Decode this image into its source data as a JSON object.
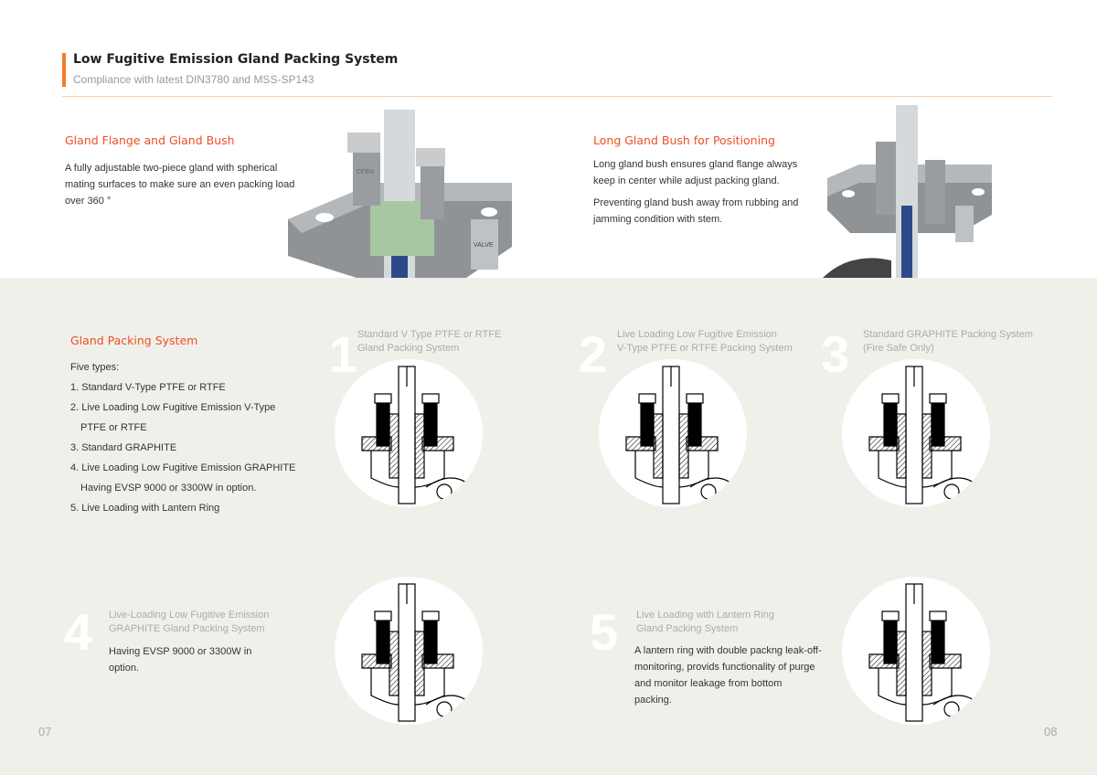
{
  "header": {
    "title": "Low Fugitive Emission Gland Packing System",
    "subtitle": "Compliance with latest DIN3780 and MSS-SP143"
  },
  "section1": {
    "title": "Gland Flange and Gland Bush",
    "text": "A fully adjustable two-piece gland with spherical mating surfaces to make sure an even packing load over 360 °",
    "photo_labels": [
      "CFEN",
      "VALVE"
    ]
  },
  "section2": {
    "title": "Long Gland Bush for Positioning",
    "p1": "Long gland bush ensures gland flange always keep in center while adjust packing gland.",
    "p2": "Preventing gland bush away from rubbing and jamming condition with stem."
  },
  "packing": {
    "title": "Gland Packing System",
    "intro": "Five types:",
    "items": [
      "1. Standard V-Type PTFE or RTFE",
      "2. Live Loading Low Fugitive Emission V-Type",
      "PTFE or RTFE",
      "3. Standard GRAPHITE",
      "4. Live Loading Low Fugitive Emission GRAPHITE",
      "Having EVSP 9000 or 3300W in option.",
      "5. Live Loading with Lantern Ring"
    ]
  },
  "types": [
    {
      "num": "1",
      "line1": "Standard V Type PTFE or RTFE",
      "line2": "Gland Packing System"
    },
    {
      "num": "2",
      "line1": "Live Loading Low Fugitive Emission",
      "line2": "V-Type PTFE or RTFE Packing System"
    },
    {
      "num": "3",
      "line1": "Standard GRAPHITE Packing System",
      "line2": "(Fire Safe Only)"
    },
    {
      "num": "4",
      "line1": "Live-Loading Low Fugitive Emission",
      "line2": "GRAPHITE Gland Packing System",
      "text": "Having EVSP 9000 or 3300W in option."
    },
    {
      "num": "5",
      "line1": "Live Loading with Lantern Ring",
      "line2": "Gland Packing System",
      "text": "A lantern ring with double packng leak-off-monitoring, provids functionality of purge and monitor leakage from bottom packing."
    }
  ],
  "footer": {
    "left_page": "07",
    "right_page": "08"
  },
  "colors": {
    "accent": "#f47a20",
    "heading": "#f04e23",
    "panel": "#f0f0eb"
  }
}
